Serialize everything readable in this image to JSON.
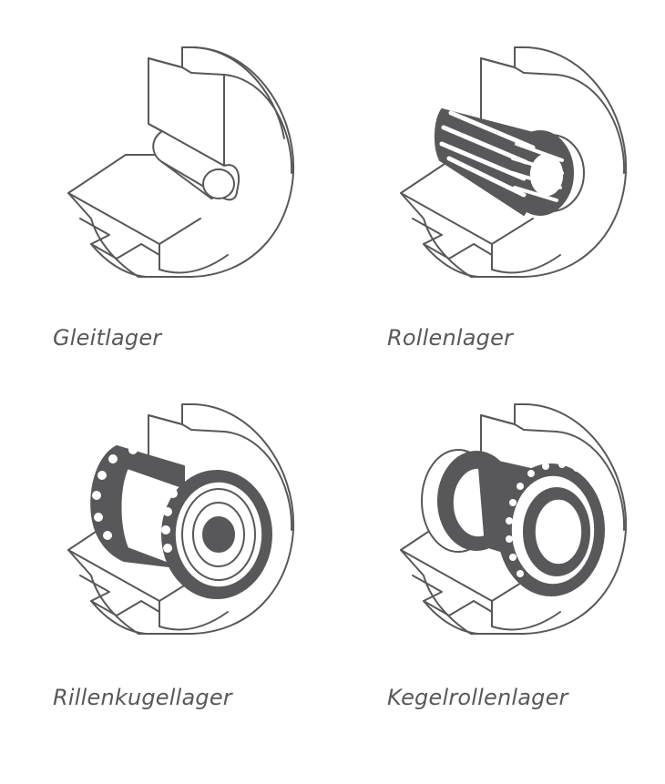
{
  "colors": {
    "stroke": "#58585a",
    "fill": "#ffffff"
  },
  "bearings": [
    {
      "label": "Gleitlager"
    },
    {
      "label": "Rollenlager"
    },
    {
      "label": "Rillenkugellager"
    },
    {
      "label": "Kegelrollenlager"
    }
  ]
}
